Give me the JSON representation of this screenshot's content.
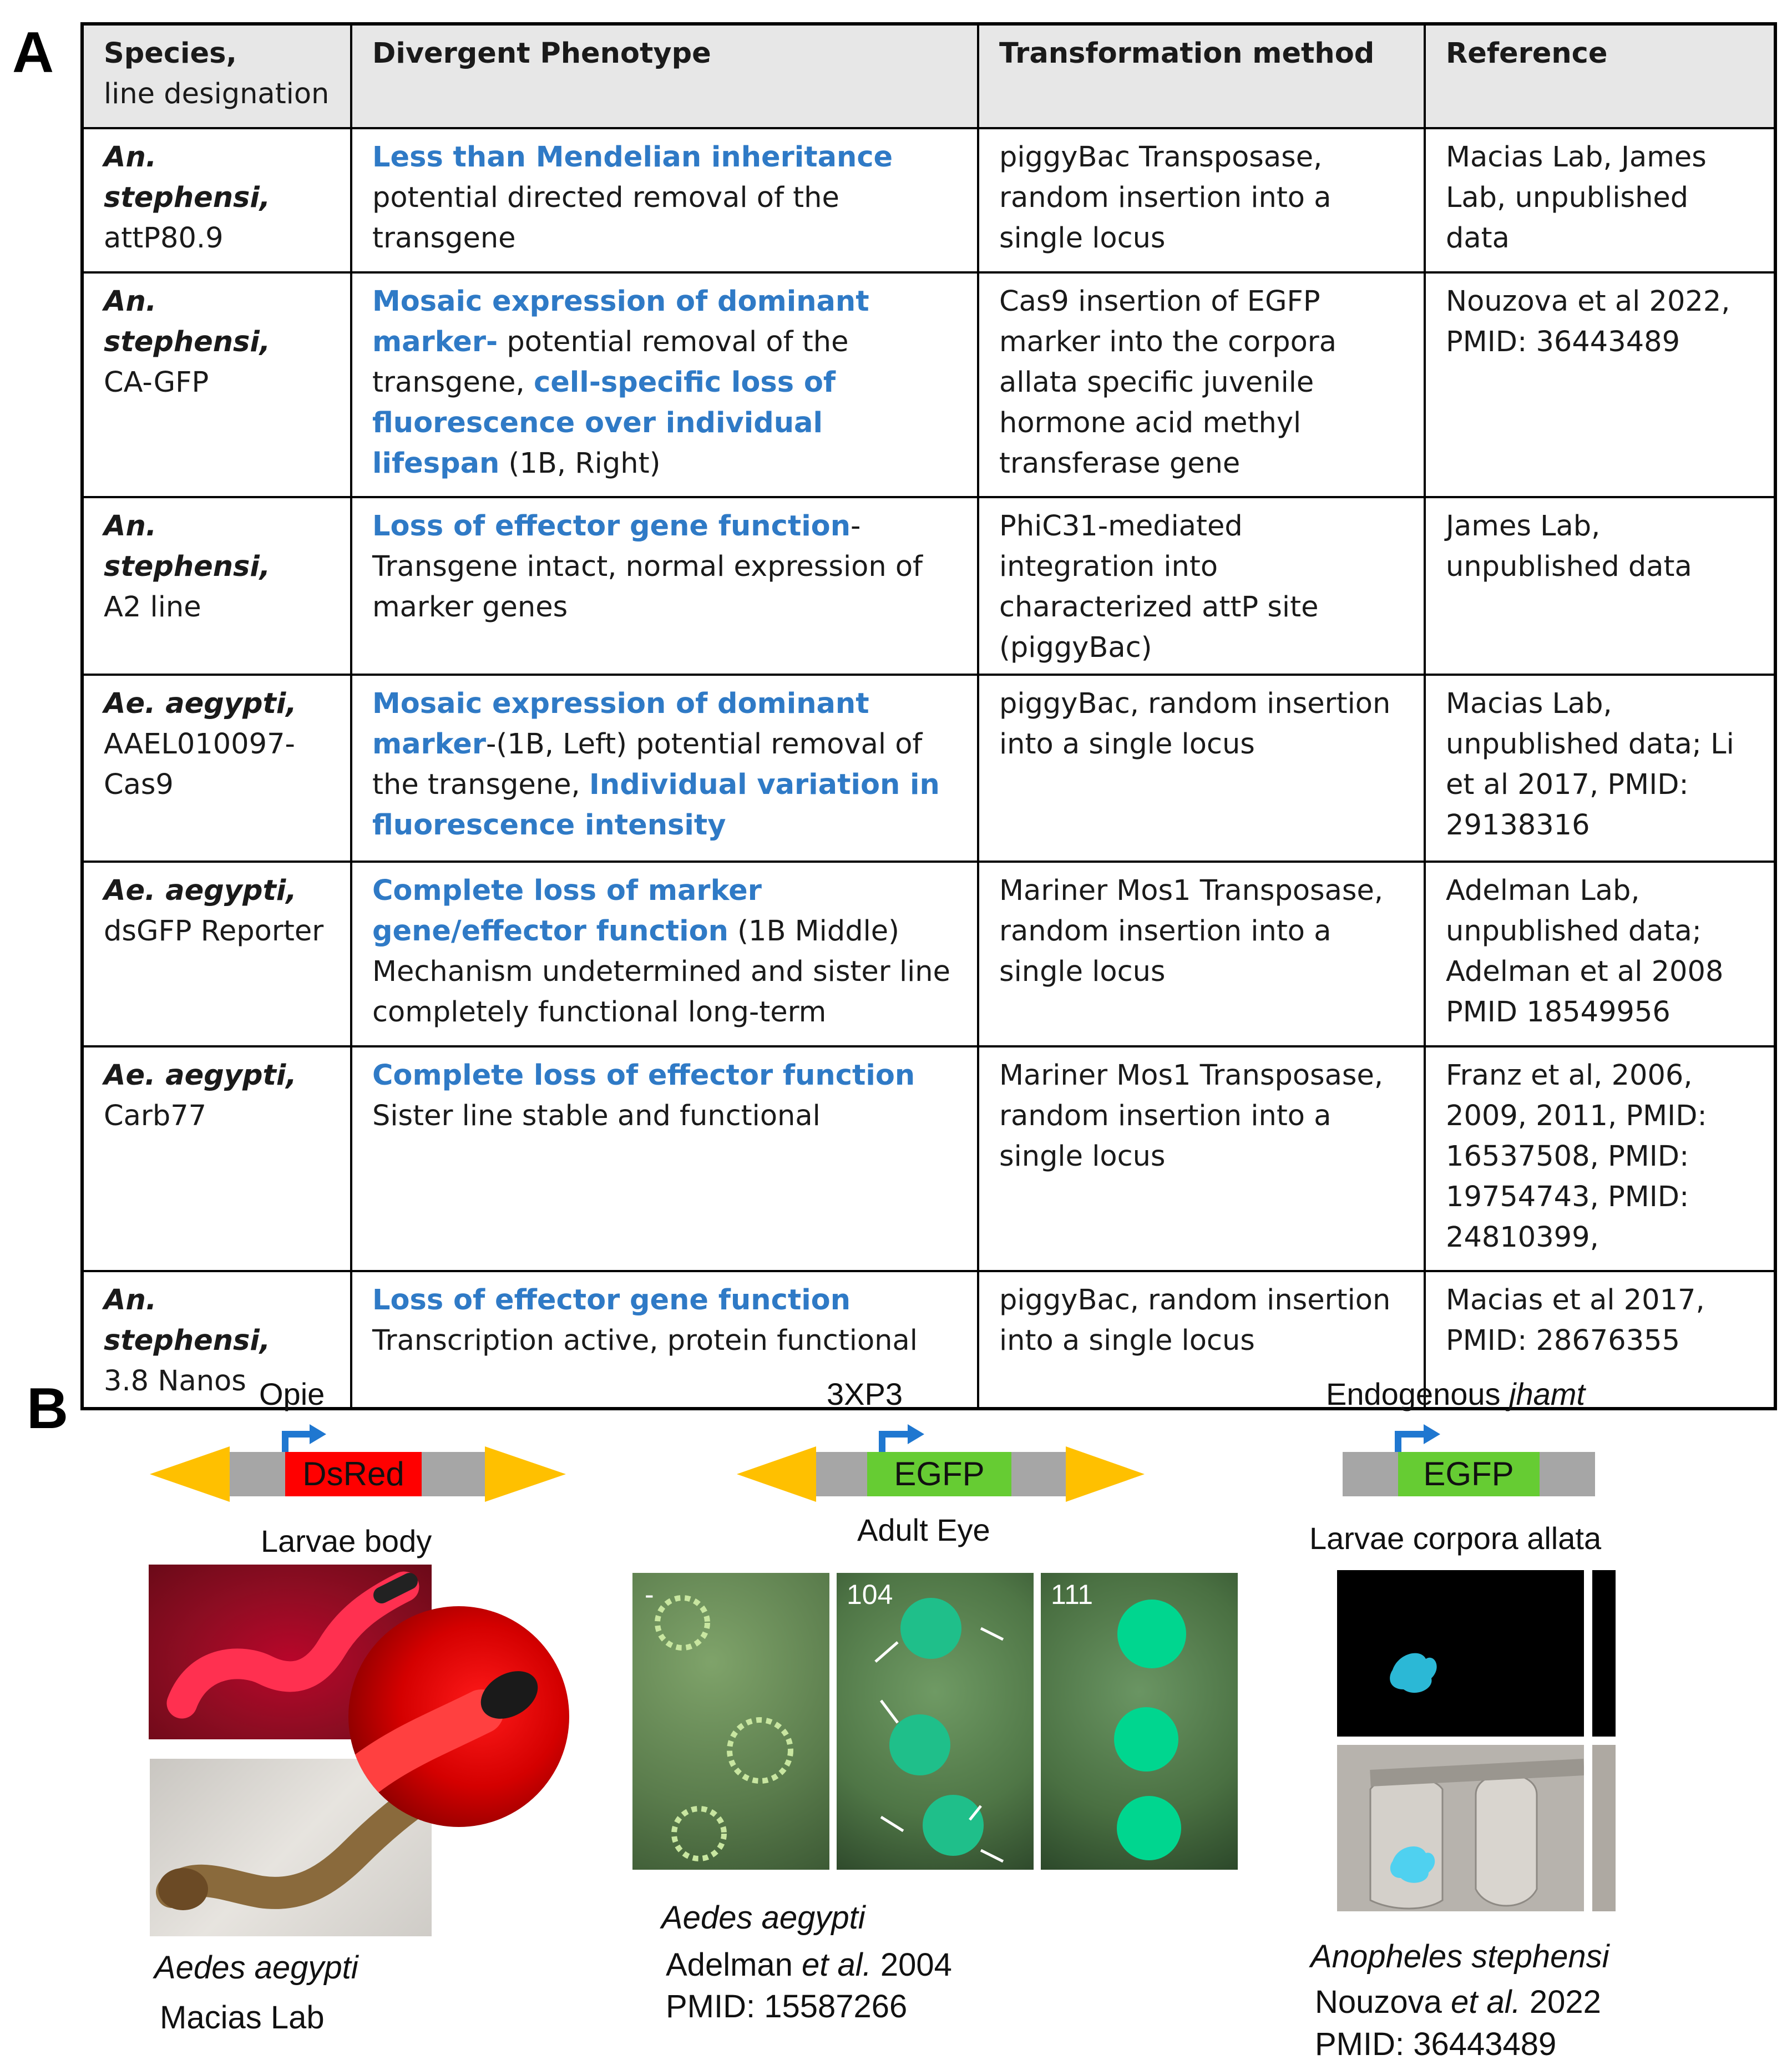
{
  "panelA": {
    "letter": "A",
    "headers": {
      "species": "Species,",
      "species_sub": "line designation",
      "phenotype": "Divergent Phenotype",
      "method": "Transformation  method",
      "reference": "Reference"
    },
    "rows": [
      {
        "species": "An. stephensi,",
        "line": "attP80.9",
        "phen_hl1": "Less than Mendelian inheritance",
        "phen_t1": "potential directed removal of the transgene",
        "method": "piggyBac Transposase, random insertion into a single locus",
        "ref": "Macias Lab, James Lab, unpublished data"
      },
      {
        "species": "An. stephensi,",
        "line": "CA-GFP",
        "phen_hl1": "Mosaic expression of dominant marker-",
        "phen_t1": "potential removal of the transgene, ",
        "phen_hl2": "cell-specific loss of fluorescence over individual lifespan",
        "phen_t2": " (1B, Right)",
        "method": "Cas9 insertion of EGFP marker into the corpora allata specific juvenile hormone acid methyl transferase gene",
        "ref": "Nouzova et al 2022, PMID: 36443489"
      },
      {
        "species": "An. stephensi,",
        "line": "A2 line",
        "phen_hl1": "Loss of effector gene function",
        "phen_t1": "-Transgene intact, normal expression of marker genes",
        "method": "PhiC31-mediated integration into  characterized attP site (piggyBac)",
        "ref": "James Lab, unpublished data"
      },
      {
        "species": "Ae. aegypti,",
        "line": "AAEL010097-Cas9",
        "phen_hl1": "Mosaic expression of dominant marker",
        "phen_t1": "-(1B, Left) potential removal of the transgene, ",
        "phen_hl2": "Individual variation in fluorescence intensity",
        "method": "piggyBac, random insertion into a single locus",
        "ref": "Macias Lab, unpublished data; Li et al 2017, PMID: 29138316"
      },
      {
        "species": "Ae. aegypti,",
        "line": "dsGFP Reporter",
        "phen_hl1": "Complete loss of marker gene/effector function",
        "phen_t1": " (1B Middle) Mechanism undetermined and sister line completely functional long-term",
        "method": "Mariner Mos1 Transposase, random insertion into a single locus",
        "ref": "Adelman Lab, unpublished data; Adelman et al 2008 PMID 18549956"
      },
      {
        "species": "Ae. aegypti,",
        "line": "Carb77",
        "phen_hl1": "Complete loss of effector function",
        "phen_t1": "Sister line stable and functional",
        "method": "Mariner Mos1 Transposase, random insertion into a single locus",
        "ref": "Franz et al, 2006, 2009, 2011, PMID: 16537508, PMID: 19754743, PMID: 24810399,"
      },
      {
        "species": "An. stephensi,",
        "line": "3.8 Nanos",
        "phen_hl1": "Loss of effector gene function",
        "phen_t1": "Transcription active, protein functional",
        "method": "piggyBac, random insertion into a single locus",
        "ref": "Macias et al 2017, PMID: 28676355"
      }
    ]
  },
  "panelB": {
    "letter": "B",
    "colors": {
      "arrow_orange": "#ffc000",
      "promoter_blue": "#1f77d0",
      "dsred": "#ff0000",
      "egfp": "#66cc33",
      "backbone": "#a6a6a6"
    },
    "left": {
      "promoter": "Opie",
      "gene": "DsRed",
      "tissue": "Larvae body",
      "species": "Aedes aegypti",
      "source": "Macias Lab"
    },
    "middle": {
      "promoter": "3XP3",
      "gene": "EGFP",
      "tissue": "Adult  Eye",
      "image_labels": [
        "-",
        "104",
        "111"
      ],
      "species": "Aedes aegypti",
      "authors_pre": "Adelman ",
      "authors_etal": "et al.",
      "year": " 2004",
      "pmid": "PMID:  15587266"
    },
    "right": {
      "promoter_pre": "Endogenous ",
      "promoter_gene": "jhamt",
      "gene": "EGFP",
      "tissue": "Larvae corpora allata",
      "species": "Anopheles stephensi",
      "authors_pre": "Nouzova ",
      "authors_etal": "et al.",
      "year": " 2022",
      "pmid": "PMID: 36443489"
    }
  }
}
